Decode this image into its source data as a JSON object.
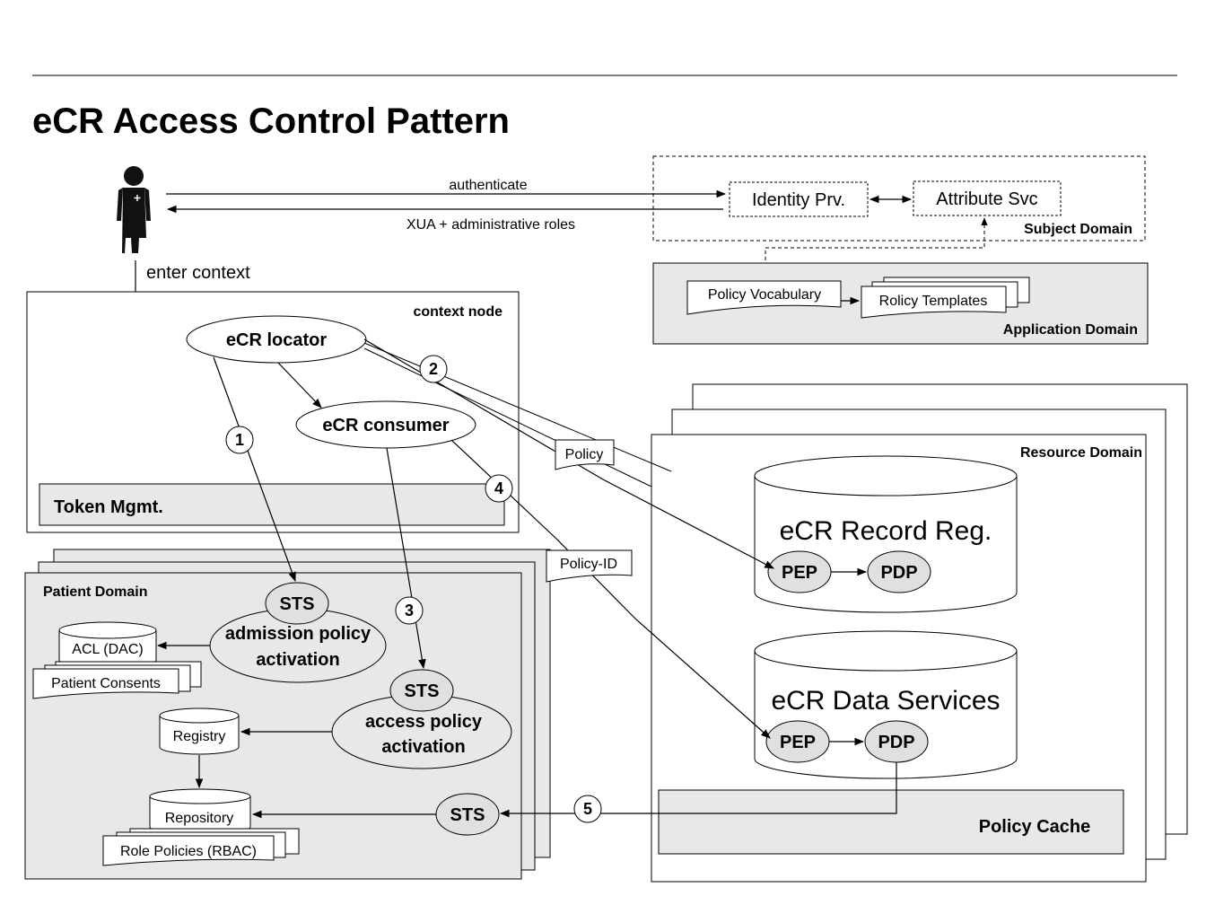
{
  "title": "eCR Access Control Pattern",
  "arrows": {
    "authenticate": "authenticate",
    "xua": "XUA + administrative roles",
    "enter_context": "enter context"
  },
  "subject_domain": {
    "label": "Subject Domain",
    "identity_provider": "Identity Prv.",
    "attribute_service": "Attribute Svc"
  },
  "application_domain": {
    "label": "Application Domain",
    "policy_vocabulary": "Policy Vocabulary",
    "policy_templates": "Rolicy Templates"
  },
  "context_node": {
    "label": "context node",
    "ecr_locator": "eCR locator",
    "ecr_consumer": "eCR consumer",
    "token_mgmt": "Token Mgmt."
  },
  "patient_domain": {
    "label": "Patient Domain",
    "sts_label": "STS",
    "admission_line1": "admission policy",
    "admission_line2": "activation",
    "access_line1": "access policy",
    "access_line2": "activation",
    "acl": "ACL (DAC)",
    "patient_consents": "Patient Consents",
    "registry": "Registry",
    "repository": "Repository",
    "role_policies": "Role Policies (RBAC)"
  },
  "resource_domain": {
    "label": "Resource Domain",
    "record_registry": "eCR Record Reg.",
    "data_services": "eCR Data Services",
    "pep": "PEP",
    "pdp": "PDP",
    "policy_cache": "Policy Cache"
  },
  "documents": {
    "policy": "Policy",
    "policy_id": "Policy-ID"
  },
  "steps": [
    "1",
    "2",
    "3",
    "4",
    "5"
  ],
  "colors": {
    "domain_fill": "#e8e8e8",
    "node_fill": "#e0e0e0",
    "line": "#000000"
  }
}
